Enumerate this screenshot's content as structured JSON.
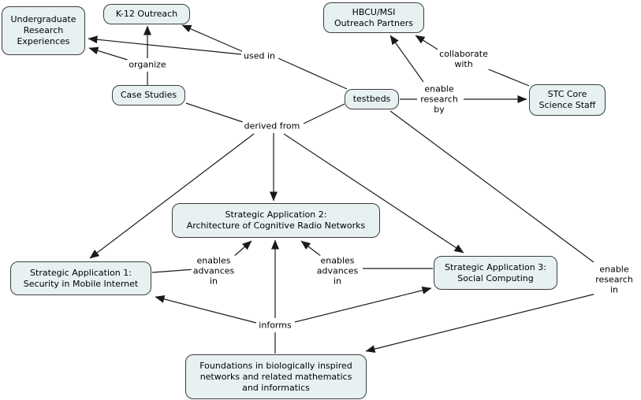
{
  "colors": {
    "background": "#ffffff",
    "node_fill": "#e8f1f2",
    "node_border": "#3d3d3d",
    "connector": "#1a1a1a",
    "text": "#000000"
  },
  "concepts": {
    "undergrad_research": {
      "label": "Undergraduate\nResearch\nExperiences"
    },
    "k12_outreach": {
      "label": "K-12 Outreach"
    },
    "case_studies": {
      "label": "Case Studies"
    },
    "hbcu_msi": {
      "label": "HBCU/MSI\nOutreach Partners"
    },
    "testbeds": {
      "label": "testbeds"
    },
    "stc_core": {
      "label": "STC Core\nScience Staff"
    },
    "strategic_app_2": {
      "label": "Strategic Application 2:\nArchitecture of Cognitive Radio Networks"
    },
    "strategic_app_1": {
      "label": "Strategic Application 1:\nSecurity in Mobile Internet"
    },
    "strategic_app_3": {
      "label": "Strategic Application 3:\nSocial Computing"
    },
    "foundations": {
      "label": "Foundations in biologically inspired\nnetworks and related mathematics\nand informatics"
    }
  },
  "linking_phrases": {
    "organize": {
      "label": "organize"
    },
    "used_in": {
      "label": "used in"
    },
    "derived_from": {
      "label": "derived from"
    },
    "enable_research_by": {
      "label": "enable\nresearch\nby"
    },
    "collaborate_with": {
      "label": "collaborate\nwith"
    },
    "enables_advances_in_left": {
      "label": "enables\nadvances\nin"
    },
    "enables_advances_in_right": {
      "label": "enables\nadvances\nin"
    },
    "enable_research_in": {
      "label": "enable\nresearch\nin"
    },
    "informs": {
      "label": "informs"
    }
  }
}
